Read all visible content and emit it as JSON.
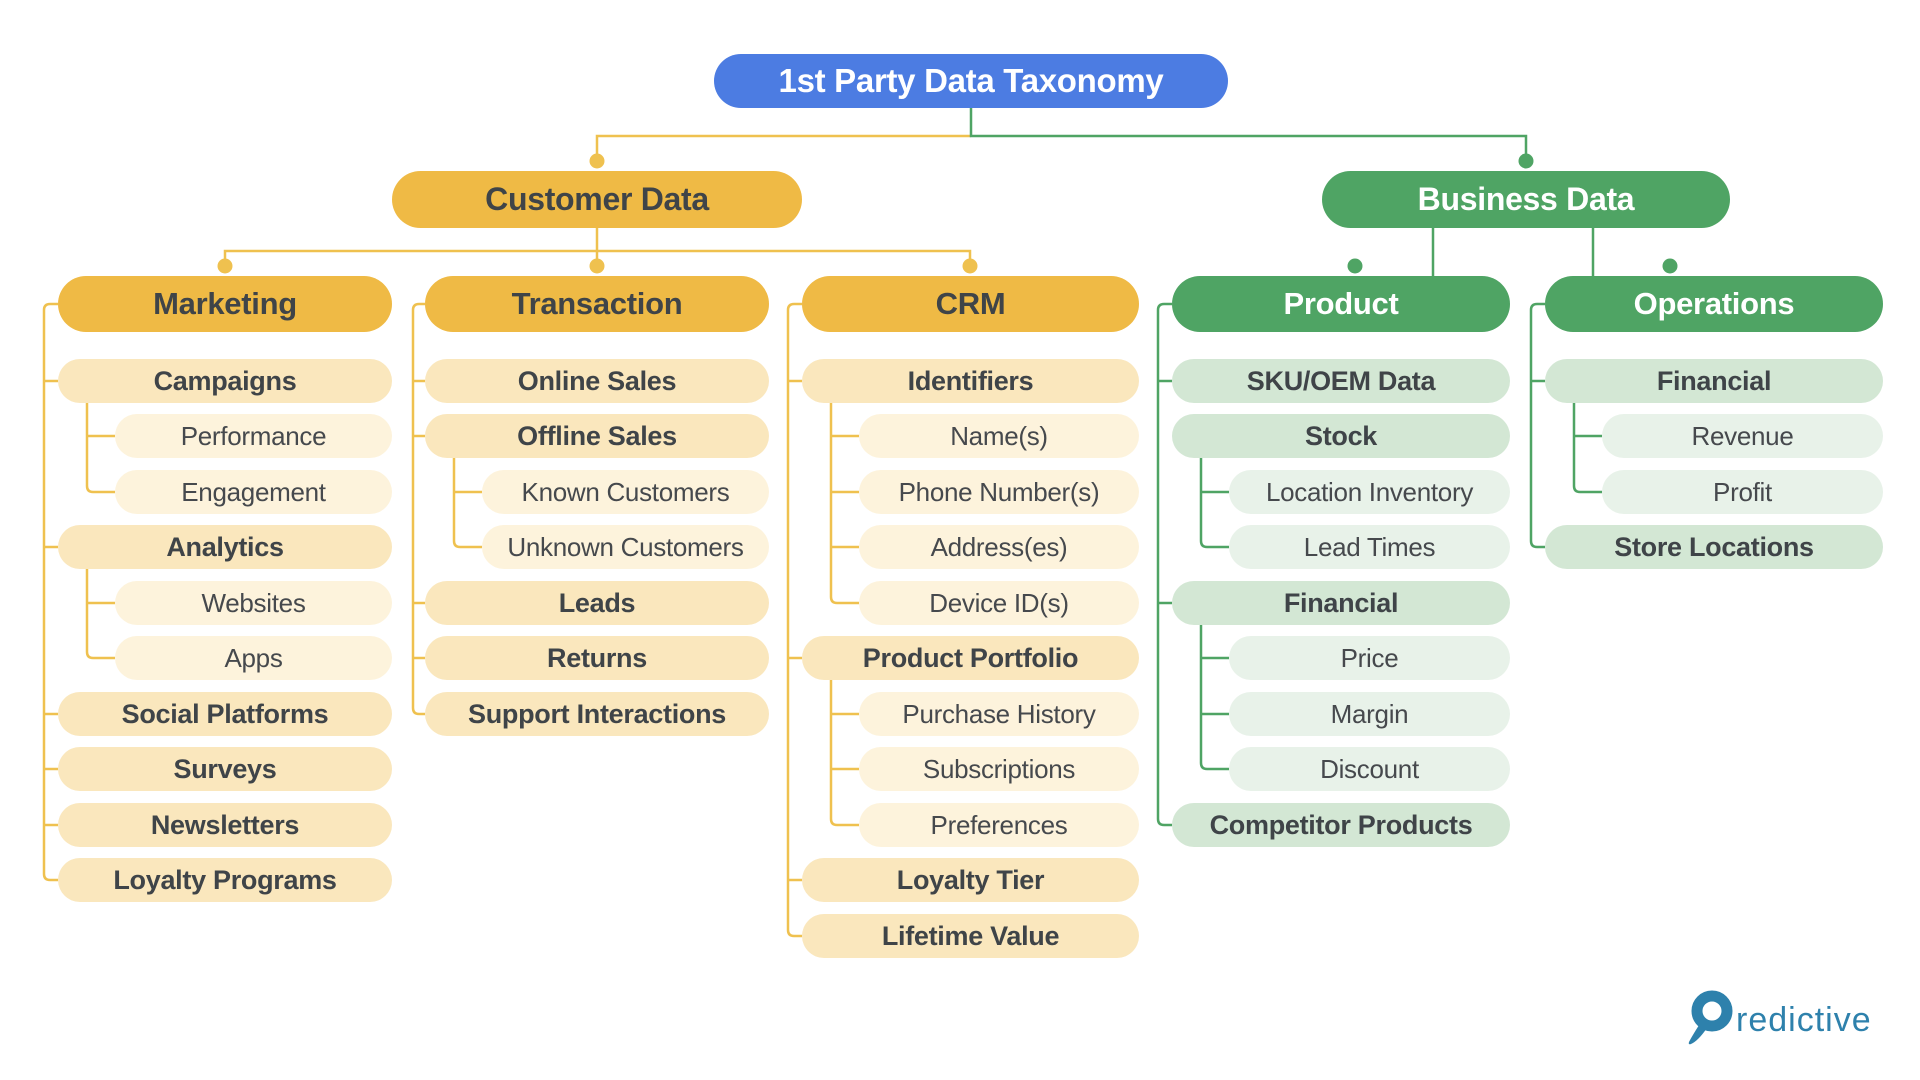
{
  "palette": {
    "root_blue": "#4C7CE2",
    "gold": "#EFBA45",
    "gold_light": "#FAE7BD",
    "gold_lighter": "#FDF3DC",
    "gold_line": "#EFC14F",
    "green": "#4FA464",
    "green_light": "#D3E7D4",
    "green_lighter": "#E8F2E9",
    "text_dark": "#3F4448",
    "logo_blue": "#2E81AC"
  },
  "taxonomy": {
    "root": {
      "label": "1st Party Data Taxonomy"
    },
    "customer": {
      "label": "Customer Data",
      "marketing": {
        "label": "Marketing",
        "campaigns": {
          "label": "Campaigns",
          "performance": "Performance",
          "engagement": "Engagement"
        },
        "analytics": {
          "label": "Analytics",
          "websites": "Websites",
          "apps": "Apps"
        },
        "social_platforms": "Social Platforms",
        "surveys": "Surveys",
        "newsletters": "Newsletters",
        "loyalty_programs": "Loyalty Programs"
      },
      "transaction": {
        "label": "Transaction",
        "online_sales": "Online Sales",
        "offline_sales": {
          "label": "Offline Sales",
          "known_customers": "Known Customers",
          "unknown_customers": "Unknown Customers"
        },
        "leads": "Leads",
        "returns": "Returns",
        "support_interactions": "Support Interactions"
      },
      "crm": {
        "label": "CRM",
        "identifiers": {
          "label": "Identifiers",
          "names": "Name(s)",
          "phone_numbers": "Phone Number(s)",
          "addresses": "Address(es)",
          "device_ids": "Device ID(s)"
        },
        "product_portfolio": {
          "label": "Product Portfolio",
          "purchase_history": "Purchase History",
          "subscriptions": "Subscriptions",
          "preferences": "Preferences"
        },
        "loyalty_tier": "Loyalty Tier",
        "lifetime_value": "Lifetime Value"
      }
    },
    "business": {
      "label": "Business Data",
      "product": {
        "label": "Product",
        "sku_oem_data": "SKU/OEM Data",
        "stock": {
          "label": "Stock",
          "location_inventory": "Location Inventory",
          "lead_times": "Lead Times"
        },
        "financial": {
          "label": "Financial",
          "price": "Price",
          "margin": "Margin",
          "discount": "Discount"
        },
        "competitor_products": "Competitor Products"
      },
      "operations": {
        "label": "Operations",
        "financial": {
          "label": "Financial",
          "revenue": "Revenue",
          "profit": "Profit"
        },
        "store_locations": "Store Locations"
      }
    }
  },
  "logo": {
    "text": "redictive",
    "icon": "predictive-p-icon"
  }
}
